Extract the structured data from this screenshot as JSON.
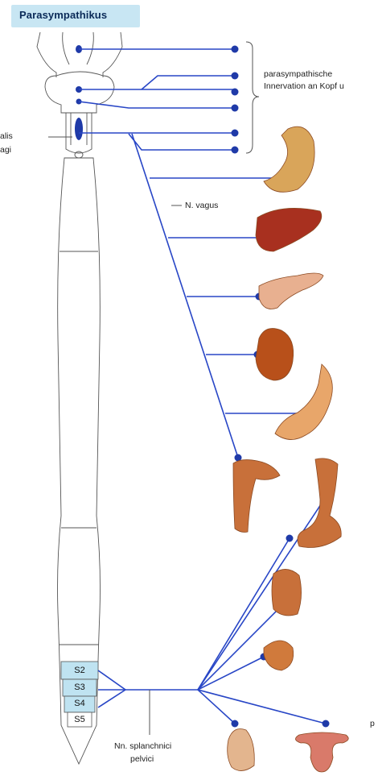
{
  "title": "Parasympathikus",
  "labels": {
    "cranial_line1": "parasympathische",
    "cranial_line2": "Innervation an Kopf u",
    "vagus": "N. vagus",
    "nucleus_line1": "alis",
    "nucleus_line2": "agi",
    "splanchnici_line1": "Nn. splanchnici",
    "splanchnici_line2": "pelvici",
    "cut_right": "p"
  },
  "segments": [
    "S2",
    "S3",
    "S4",
    "S5"
  ],
  "organs": [
    "stomach",
    "liver",
    "pancreas",
    "kidney",
    "small-intestine",
    "colon-ascending",
    "colon-descending",
    "rectum",
    "bladder",
    "male-genitals",
    "female-genitals"
  ],
  "colors": {
    "nerve": "#2846c6",
    "node": "#1f3aa8",
    "title_bg": "#c8e6f3",
    "title_text": "#0a2a58",
    "segment_fill": "#bfe3f1",
    "organ": "#c8703a",
    "organ_dark": "#8c4a22",
    "liver": "#a8301f"
  }
}
